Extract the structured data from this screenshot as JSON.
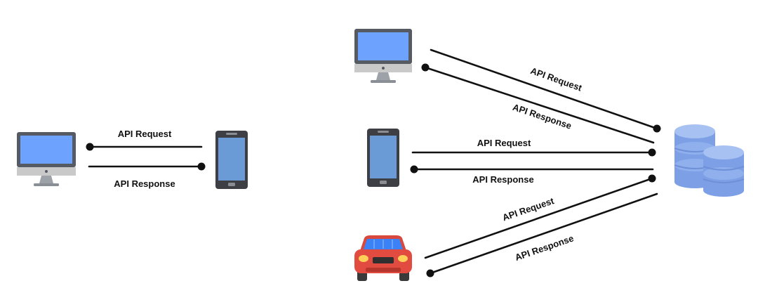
{
  "colors": {
    "line": "#111111",
    "screen": "#6ea2ff",
    "monitor_frame": "#555a63",
    "monitor_chin": "#c9c9c9",
    "phone_body": "#3d3f45",
    "phone_screen": "#6b9bd6",
    "database": "#8fb0ec",
    "car_body": "#e24b3f",
    "car_window": "#3b82f6"
  },
  "left": {
    "request_label": "API Request",
    "response_label": "API Response",
    "client_icon": "desktop-monitor-icon",
    "server_icon": "smartphone-icon"
  },
  "right": {
    "server_icon": "database-icon",
    "clients": [
      {
        "icon": "desktop-monitor-icon",
        "request_label": "API Request",
        "response_label": "API Response"
      },
      {
        "icon": "smartphone-icon",
        "request_label": "API Request",
        "response_label": "API Response"
      },
      {
        "icon": "car-icon",
        "request_label": "API Request",
        "response_label": "API Response"
      }
    ]
  }
}
